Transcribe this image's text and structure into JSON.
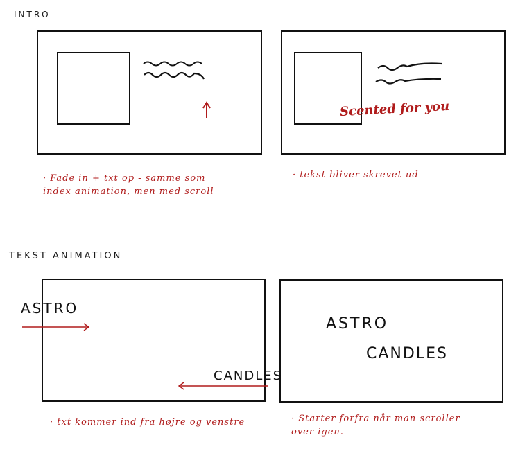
{
  "sections": {
    "intro": {
      "heading": "INTRO",
      "frame1_note": "· Fade in + txt op - samme som index animation, men med scroll",
      "frame2_scribble": "Scented for you",
      "frame2_note": "· tekst bliver skrevet ud"
    },
    "tekstanimation": {
      "heading": "TEKST ANIMATION",
      "frame3_word_left": "ASTRO",
      "frame3_word_right": "CANDLES",
      "frame3_note": "· txt kommer ind fra højre og venstre",
      "frame4_word1": "ASTRO",
      "frame4_word2": "CANDLES",
      "frame4_note": "· Starter forfra når man scroller over igen."
    }
  },
  "colors": {
    "ink": "#111111",
    "red_ink": "#b01c1c",
    "background": "#ffffff"
  }
}
